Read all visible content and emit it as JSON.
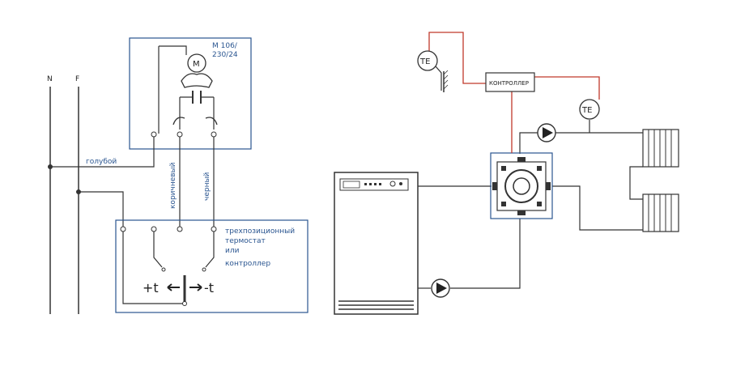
{
  "wiring": {
    "neutral_label": "N",
    "phase_label": "F",
    "motor_letter": "M",
    "motor_model_line1": "M 106/",
    "motor_model_line2": "230/24",
    "wire_blue": "голубой",
    "wire_brown": "коричневый",
    "wire_black": "черный",
    "thermostat_line1": "трехпозиционный",
    "thermostat_line2": "термостат",
    "thermostat_line3": "или",
    "thermostat_line4": "контроллер",
    "plus_t": "+t",
    "minus_t": "-t"
  },
  "hydraulic": {
    "sensor1": "TE",
    "sensor2": "TE",
    "controller": "КОНТРОЛЛЕР"
  },
  "colors": {
    "frame_blue": "#2a5590",
    "line_dark": "#333333",
    "signal_red": "#c0392b"
  }
}
